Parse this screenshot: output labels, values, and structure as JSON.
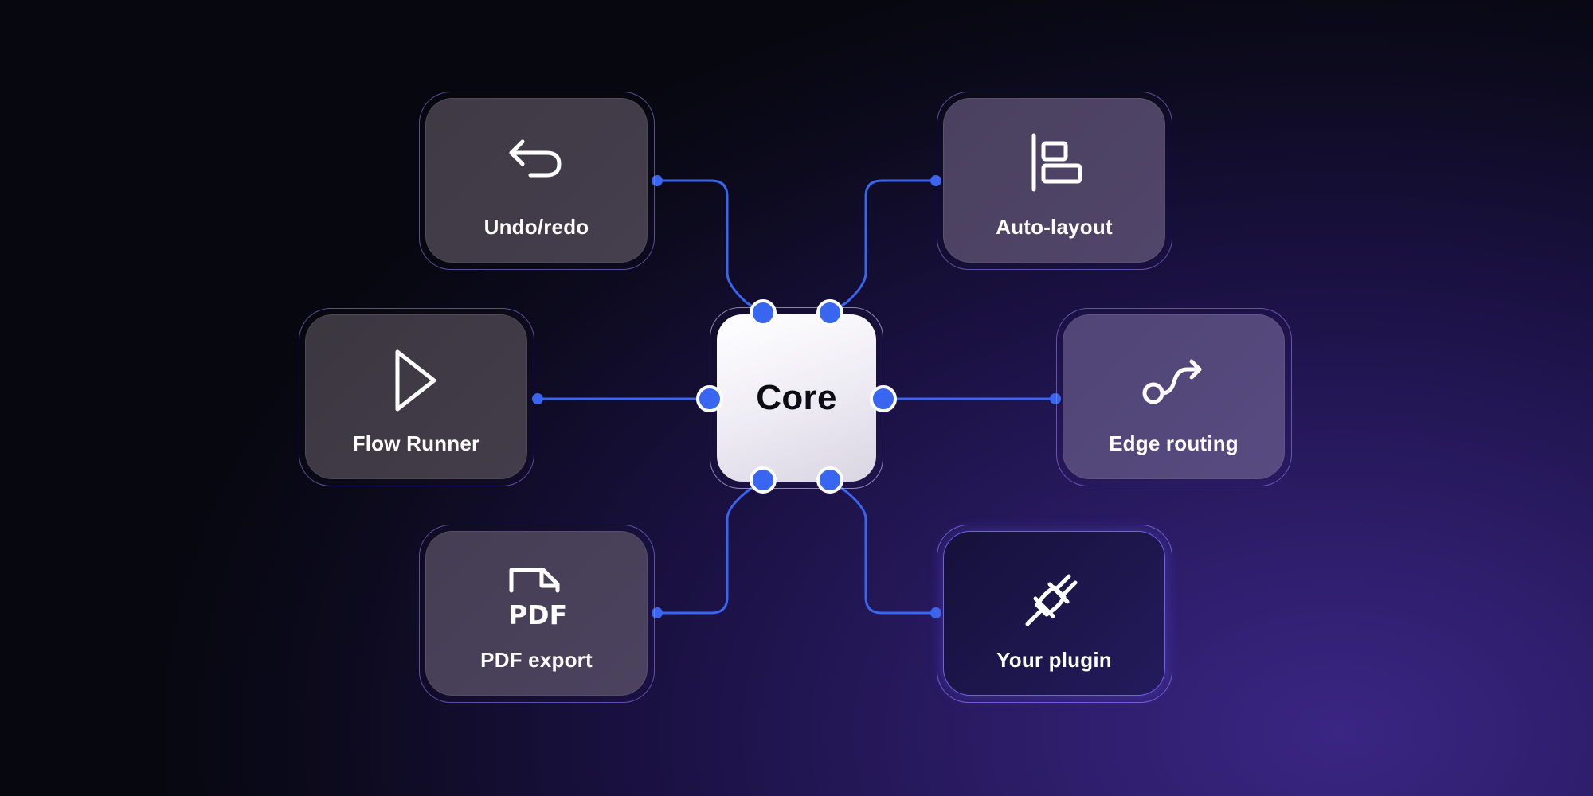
{
  "diagram": {
    "core": {
      "label": "Core"
    },
    "plugins": [
      {
        "id": "undo",
        "label": "Undo/redo",
        "icon": "undo-arrow-icon"
      },
      {
        "id": "flow",
        "label": "Flow Runner",
        "icon": "play-icon"
      },
      {
        "id": "pdf",
        "label": "PDF export",
        "icon": "pdf-file-icon"
      },
      {
        "id": "auto",
        "label": "Auto-layout",
        "icon": "align-left-icon"
      },
      {
        "id": "edge",
        "label": "Edge routing",
        "icon": "edge-routing-icon"
      },
      {
        "id": "plugin",
        "label": "Your plugin",
        "icon": "plug-icon"
      }
    ]
  },
  "colors": {
    "connector": "#3866f0",
    "plugin_highlight": "#6e5fff",
    "background_accent": "#3a2683"
  }
}
